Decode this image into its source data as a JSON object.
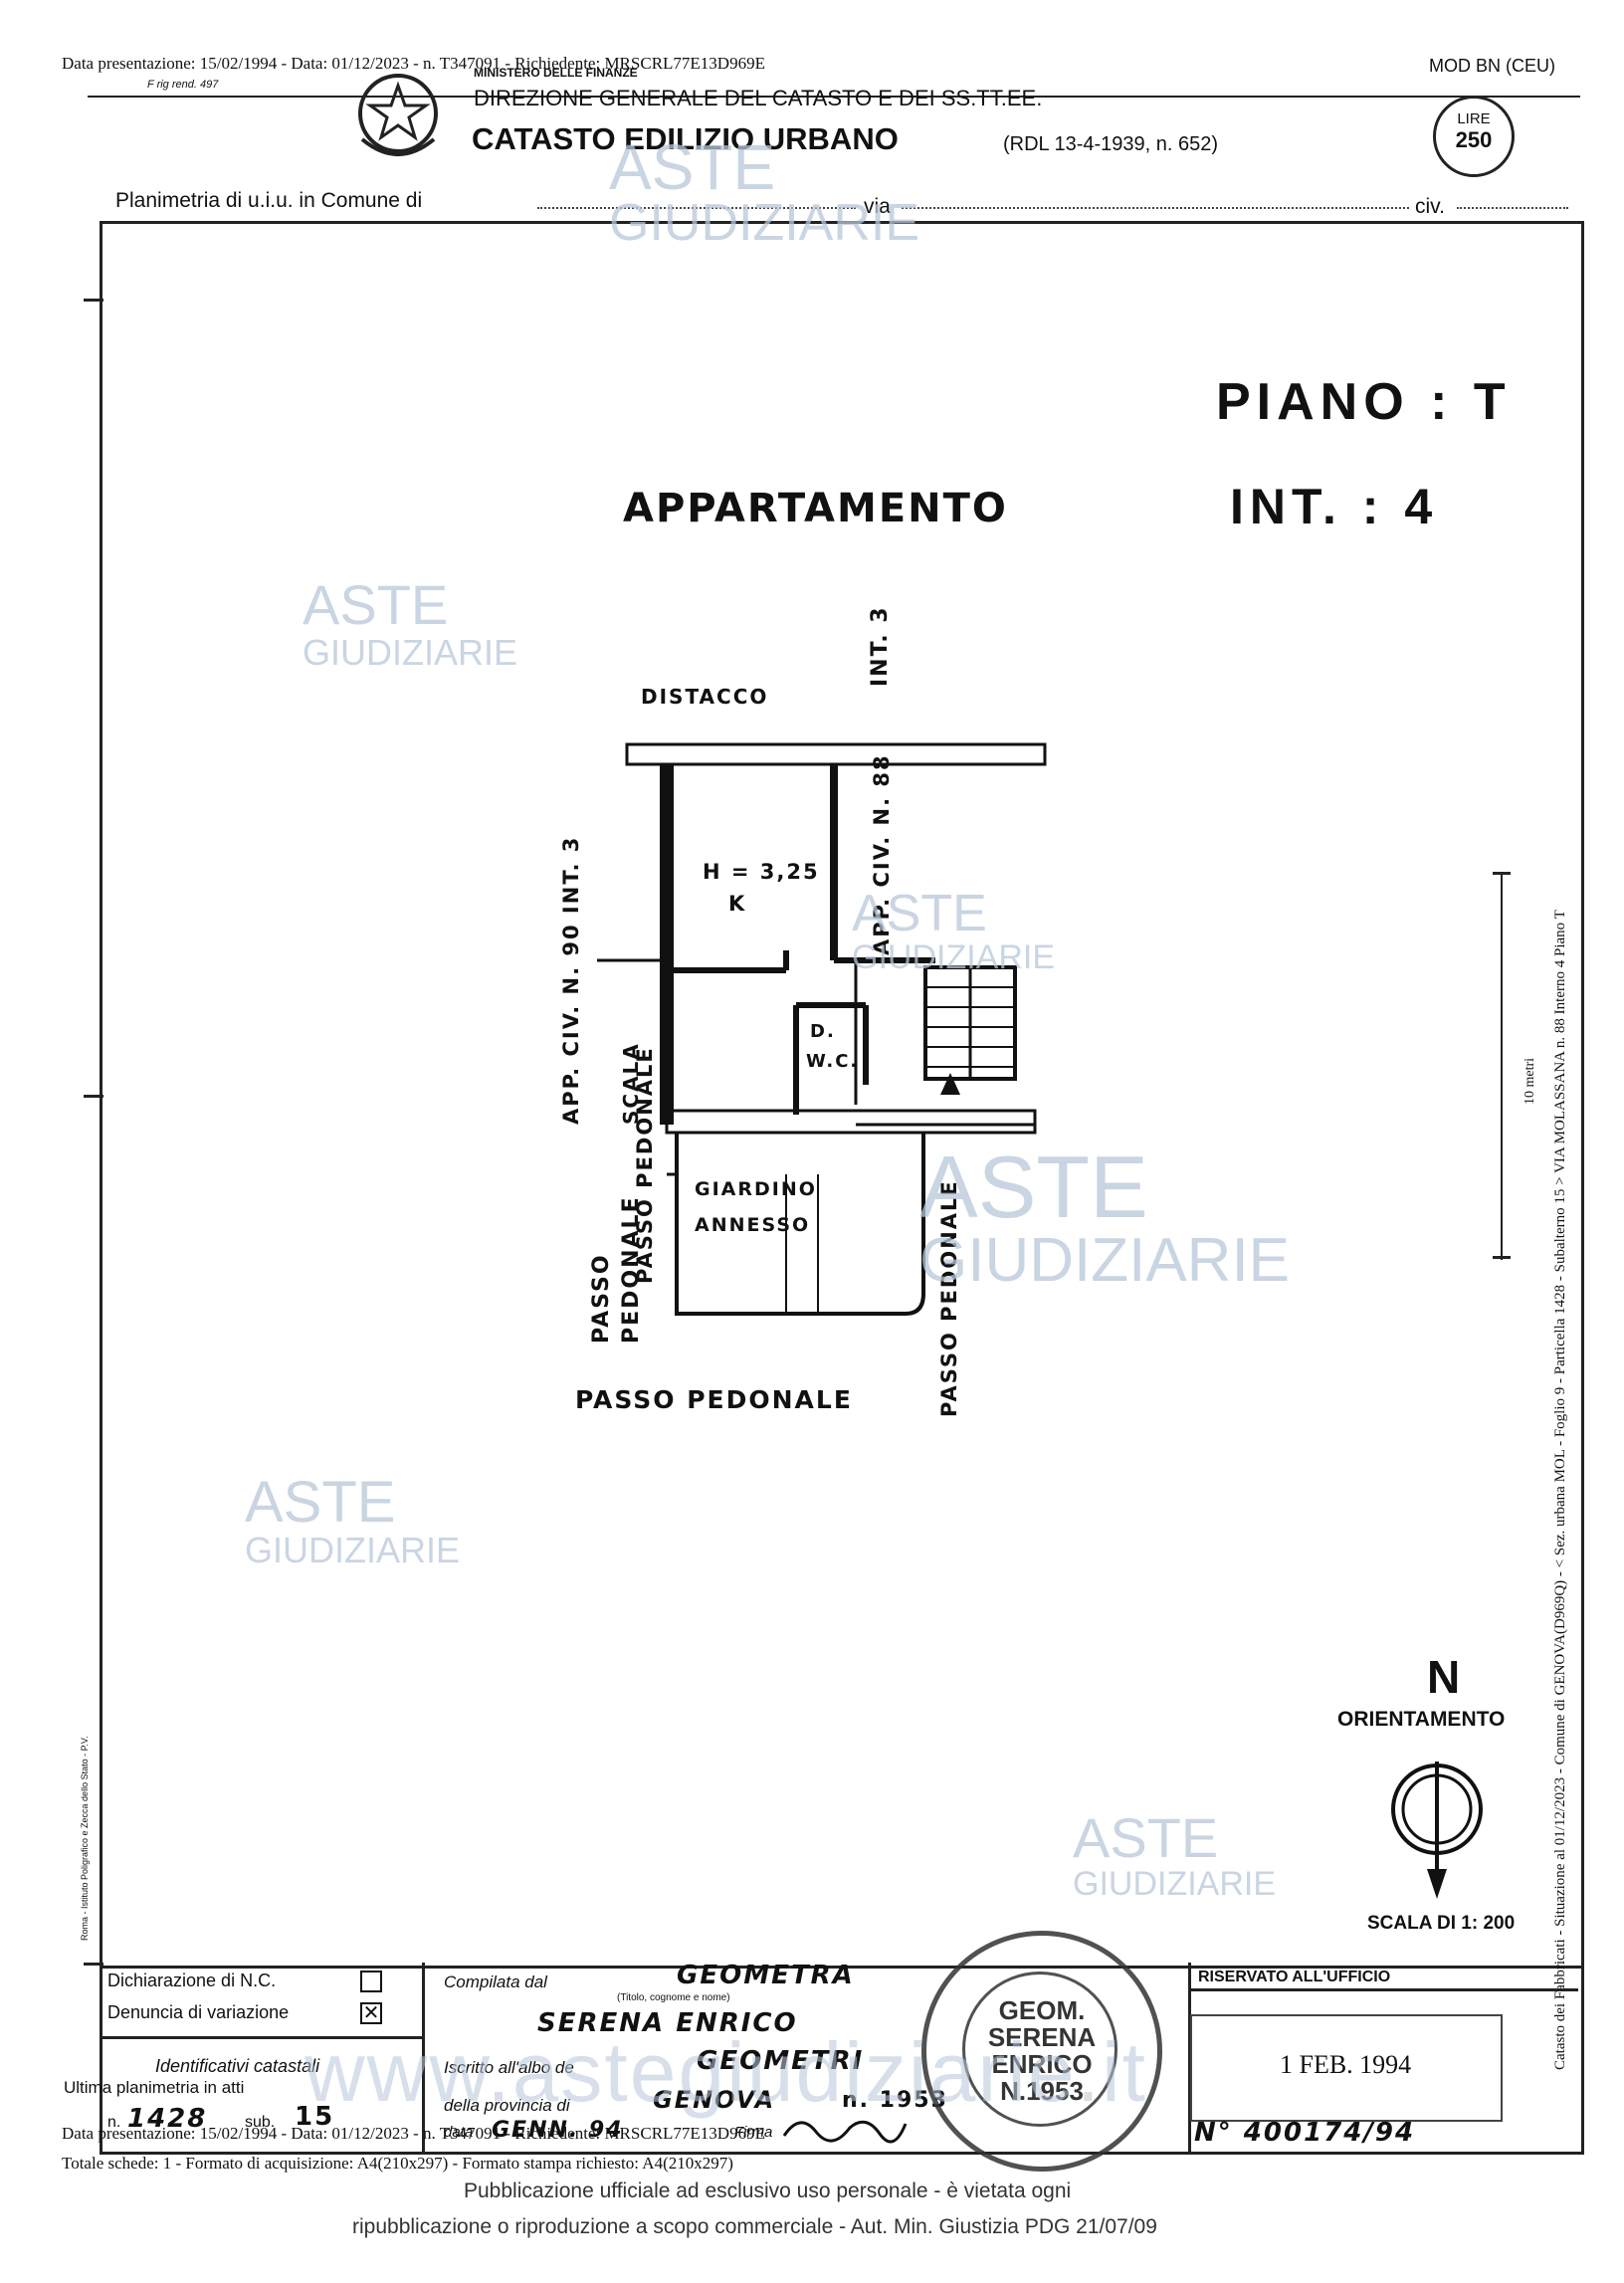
{
  "header": {
    "top_left": "Data presentazione: 15/02/1994 - Data: 01/12/2023 - n. T347091 - Richiedente: MRSCRL77E13D969E",
    "mod": "MOD BN (CEU)",
    "form_note": "F rig rend. 497",
    "ministry": "MINISTERO DELLE FINANZE",
    "direction": "DIREZIONE GENERALE DEL CATASTO E DEI SS.TT.EE.",
    "catasto": "CATASTO EDILIZIO URBANO",
    "rdl": "(RDL 13-4-1939, n. 652)",
    "stamp_lire": "LIRE",
    "stamp_value": "250",
    "planimetria_label": "Planimetria di u.i.u. in Comune di",
    "via_label": "via",
    "civ_label": "civ."
  },
  "plan": {
    "piano": "PIANO : T",
    "int": "INT.  : 4",
    "title": "APPARTAMENTO",
    "distacco": "DISTACCO",
    "int3_top": "INT. 3",
    "app_civ_88": "APP. CIV. N. 88",
    "app_civ_90": "APP. CIV. N. 90  INT. 3",
    "scala": "SCALA",
    "room_height": "H = 3,25",
    "room_k": "K",
    "room_d": "D.",
    "room_wc": "W.C.",
    "giardino": "GIARDINO",
    "annesso": "ANNESSO",
    "passo_left_1": "PASSO",
    "passo_left_2": "PEDONALE",
    "passo_bottom": "PASSO PEDONALE",
    "passo_right": "PASSO PEDONALE",
    "passo_vertical_left": "PASSO PEDONALE",
    "north": "N",
    "orientamento": "ORIENTAMENTO",
    "scala_label": "SCALA DI 1: 200"
  },
  "side": {
    "vertical_text": "Catasto dei Fabbricati - Situazione al 01/12/2023 - Comune di GENOVA(D969Q) - < Sez. urbana MOL - Foglio 9 - Particella 1428 - Subalterno 15 > VIA MOLASSANA n. 88 Interno 4 Piano T",
    "ultima": "Ultima planimetria in atti",
    "dieci_metri": "10 metri"
  },
  "footer": {
    "dichiarazione": "Dichiarazione di N.C.",
    "denuncia": "Denuncia di variazione",
    "identificativi": "Identificativi catastali",
    "n_label": "n.",
    "n_value": "1428",
    "sub_label": "sub.",
    "sub_value": "15",
    "compilata": "Compilata dal",
    "compilata_value": "GEOMETRA",
    "titolo_note": "(Titolo, cognome e nome)",
    "compilata_name": "SERENA  ENRICO",
    "iscritto": "Iscritto all'albo de",
    "iscritto_value": "GEOMETRI",
    "provincia": "della provincia di",
    "provincia_value": "GENOVA",
    "provincia_num": "n. 1953",
    "data_label": "data",
    "data_value": "GENN. 94",
    "firma_label": "Firma",
    "riservato": "RISERVATO ALL'UFFICIO",
    "office_date": "1  FEB. 1994",
    "office_num": "N° 400174/94",
    "stamp_name_1": "GEOM.",
    "stamp_name_2": "SERENA",
    "stamp_name_3": "ENRICO",
    "stamp_name_4": "N.1953",
    "bottom_meta_1": "Data presentazione: 15/02/1994 - Data: 01/12/2023 - n. T347091 - Richiedente: MRSCRL77E13D969E",
    "bottom_meta_2": "Totale schede: 1 - Formato di acquisizione: A4(210x297) - Formato stampa richiesto: A4(210x297)",
    "publication_1": "Pubblicazione ufficiale ad esclusivo uso personale - è vietata ogni",
    "publication_2": "ripubblicazione o riproduzione a scopo commerciale - Aut. Min. Giustizia PDG 21/07/09",
    "printer": "Roma - Istituto Poligrafico e Zecca dello Stato - P.V."
  },
  "watermark": {
    "brand_1": "ASTE",
    "brand_2": "GIUDIZIARIE",
    "site": "www.astegiudiziarie.it"
  }
}
